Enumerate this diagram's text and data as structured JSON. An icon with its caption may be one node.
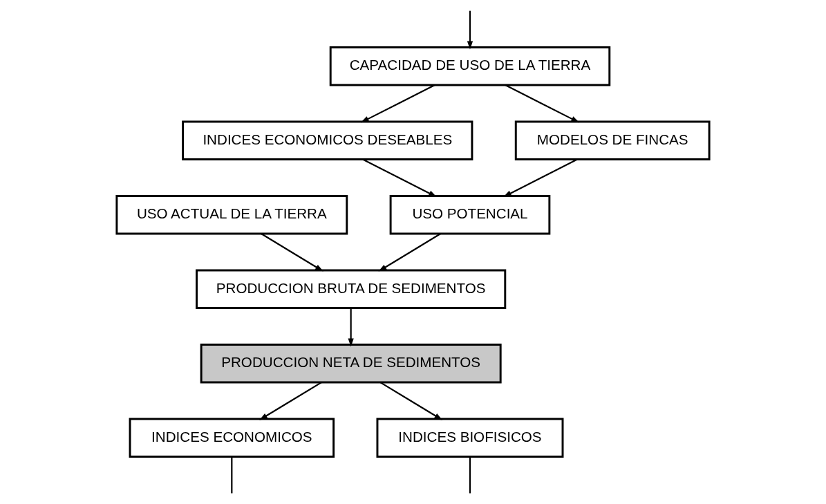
{
  "diagram": {
    "nodes": [
      {
        "text": [
          "USO ACTUAL DE LA TIERRA"
        ]
      },
      {
        "text": [
          "PRODUCCION BRUTA DE SEDIMENTOS"
        ]
      },
      {
        "text": [
          "PRODUCCION NETA DE SEDIMENTOS"
        ]
      },
      {
        "text": [
          "USO POTENCIAL"
        ]
      },
      {
        "text": [
          "INDICES ECONOMICOS"
        ]
      },
      {
        "text": [
          "INDICES BIOFISICOS"
        ]
      },
      {
        "text": [
          "INDICES ECONOMICOS DESEABLES"
        ]
      },
      {
        "text": [
          "MODELOS DE FINCAS"
        ]
      },
      {
        "text": [
          "CAPACIDAD DE USO DE LA TIERRA"
        ]
      }
    ],
    "edges": [
      {
        "from": 0,
        "to": 1,
        "arrow": "to"
      },
      {
        "from": 3,
        "to": 1,
        "arrow": "to"
      },
      {
        "from": 1,
        "to": 2,
        "arrow": "to"
      },
      {
        "from": 2,
        "to": 4,
        "arrow": "to"
      },
      {
        "from": 2,
        "to": 5,
        "arrow": "to"
      },
      {
        "from": 4,
        "to": null,
        "arrow": "none"
      },
      {
        "from": 5,
        "to": null,
        "arrow": "none"
      },
      {
        "from": 6,
        "to": 3,
        "arrow": "to"
      },
      {
        "from": 7,
        "to": 3,
        "arrow": "to"
      },
      {
        "from": 8,
        "to": 6,
        "arrow": "to"
      },
      {
        "from": 8,
        "to": 7,
        "arrow": "to"
      },
      {
        "from": null,
        "to": 8,
        "arrow": "to"
      }
    ]
  }
}
